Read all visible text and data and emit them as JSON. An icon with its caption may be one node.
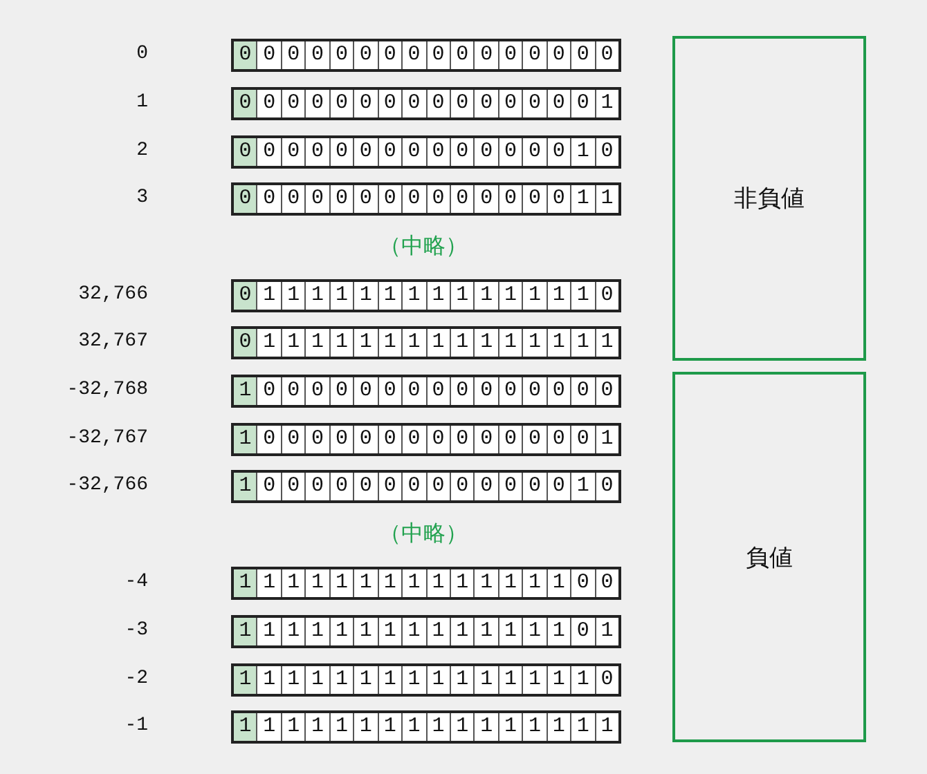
{
  "diagram": {
    "nodes": [
      {
        "text": [
          "0",
          "0",
          "0",
          "0",
          "0",
          "0",
          "0",
          "0",
          "0",
          "0",
          "0",
          "0",
          "0",
          "0",
          "0",
          "0"
        ]
      },
      {
        "text": [
          "0",
          "0",
          "0",
          "0",
          "0",
          "0",
          "0",
          "0",
          "0",
          "0",
          "0",
          "0",
          "0",
          "0",
          "0",
          "1"
        ]
      },
      {
        "text": [
          "0",
          "0",
          "0",
          "0",
          "0",
          "0",
          "0",
          "0",
          "0",
          "0",
          "0",
          "0",
          "0",
          "0",
          "1",
          "0"
        ]
      },
      {
        "text": [
          "0",
          "0",
          "0",
          "0",
          "0",
          "0",
          "0",
          "0",
          "0",
          "0",
          "0",
          "0",
          "0",
          "0",
          "1",
          "1"
        ]
      },
      {
        "text": [
          "0",
          "1",
          "1",
          "1",
          "1",
          "1",
          "1",
          "1",
          "1",
          "1",
          "1",
          "1",
          "1",
          "1",
          "1",
          "0"
        ]
      },
      {
        "text": [
          "0",
          "1",
          "1",
          "1",
          "1",
          "1",
          "1",
          "1",
          "1",
          "1",
          "1",
          "1",
          "1",
          "1",
          "1",
          "1"
        ]
      },
      {
        "text": [
          "1",
          "0",
          "0",
          "0",
          "0",
          "0",
          "0",
          "0",
          "0",
          "0",
          "0",
          "0",
          "0",
          "0",
          "0",
          "0"
        ]
      },
      {
        "text": [
          "1",
          "0",
          "0",
          "0",
          "0",
          "0",
          "0",
          "0",
          "0",
          "0",
          "0",
          "0",
          "0",
          "0",
          "0",
          "1"
        ]
      },
      {
        "text": [
          "1",
          "0",
          "0",
          "0",
          "0",
          "0",
          "0",
          "0",
          "0",
          "0",
          "0",
          "0",
          "0",
          "0",
          "1",
          "0"
        ]
      },
      {
        "text": [
          "1",
          "1",
          "1",
          "1",
          "1",
          "1",
          "1",
          "1",
          "1",
          "1",
          "1",
          "1",
          "1",
          "1",
          "0",
          "0"
        ]
      },
      {
        "text": [
          "1",
          "1",
          "1",
          "1",
          "1",
          "1",
          "1",
          "1",
          "1",
          "1",
          "1",
          "1",
          "1",
          "1",
          "0",
          "1"
        ]
      },
      {
        "text": [
          "1",
          "1",
          "1",
          "1",
          "1",
          "1",
          "1",
          "1",
          "1",
          "1",
          "1",
          "1",
          "1",
          "1",
          "1",
          "0"
        ]
      },
      {
        "text": [
          "1",
          "1",
          "1",
          "1",
          "1",
          "1",
          "1",
          "1",
          "1",
          "1",
          "1",
          "1",
          "1",
          "1",
          "1",
          "1"
        ]
      },
      {
        "text": [
          "非負値"
        ]
      },
      {
        "text": [
          "負値"
        ]
      }
    ],
    "labels": [
      "0",
      "1",
      "2",
      "3",
      "（中略）",
      "32,766",
      "32,767",
      "-32,768",
      "-32,767",
      "-32,766",
      "（中略）",
      "-4",
      "-3",
      "-2",
      "-1"
    ]
  }
}
